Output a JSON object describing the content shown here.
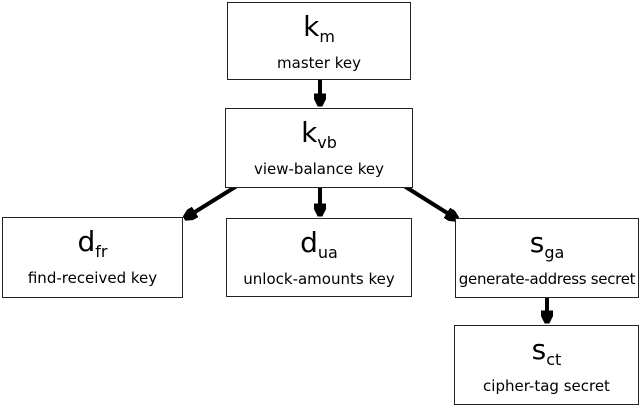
{
  "colors": {
    "background": "#ffffff",
    "box_border": "#222222",
    "arrow": "#000000",
    "text": "#000000"
  },
  "nodes": {
    "km": {
      "base": "k",
      "sub": "m",
      "label": "master key"
    },
    "kvb": {
      "base": "k",
      "sub": "vb",
      "label": "view-balance key"
    },
    "dfr": {
      "base": "d",
      "sub": "fr",
      "label": "find-received key"
    },
    "dua": {
      "base": "d",
      "sub": "ua",
      "label": "unlock-amounts key"
    },
    "sga": {
      "base": "s",
      "sub": "ga",
      "label": "generate-address secret"
    },
    "sct": {
      "base": "s",
      "sub": "ct",
      "label": "cipher-tag secret"
    }
  },
  "edges": [
    {
      "from": "km",
      "to": "kvb"
    },
    {
      "from": "kvb",
      "to": "dfr"
    },
    {
      "from": "kvb",
      "to": "dua"
    },
    {
      "from": "kvb",
      "to": "sga"
    },
    {
      "from": "sga",
      "to": "sct"
    }
  ]
}
